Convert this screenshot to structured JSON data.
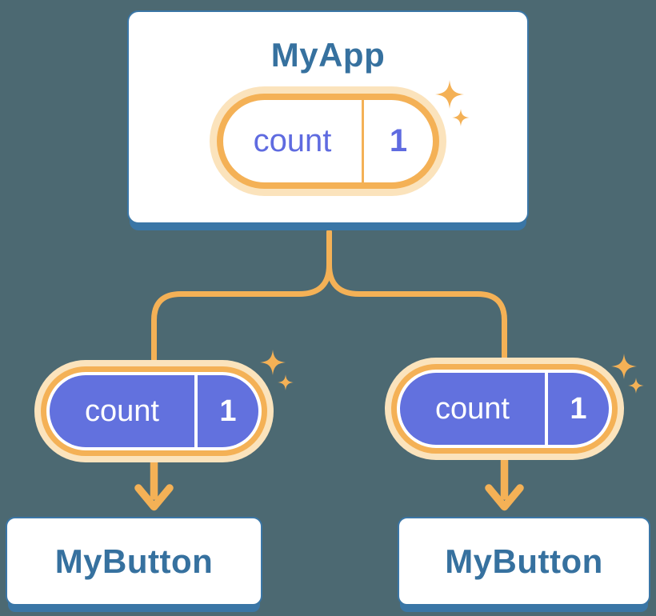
{
  "colors": {
    "background": "#4C6972",
    "card_fill": "#FFFFFF",
    "card_border": "#3A76A6",
    "title_text": "#36719F",
    "orange": "#F4B156",
    "orange_halo": "#FBE3BC",
    "purple_fill": "#6271DE",
    "purple_text": "#5F6BE0",
    "white_text": "#FFFFFF"
  },
  "icons": {
    "sparkles": "four-point-star glyph ✦"
  },
  "tree": {
    "root": {
      "label": "MyApp",
      "state": {
        "name": "count",
        "value": "1"
      }
    },
    "children": [
      {
        "label": "MyButton",
        "state": {
          "name": "count",
          "value": "1"
        }
      },
      {
        "label": "MyButton",
        "state": {
          "name": "count",
          "value": "1"
        }
      }
    ]
  }
}
